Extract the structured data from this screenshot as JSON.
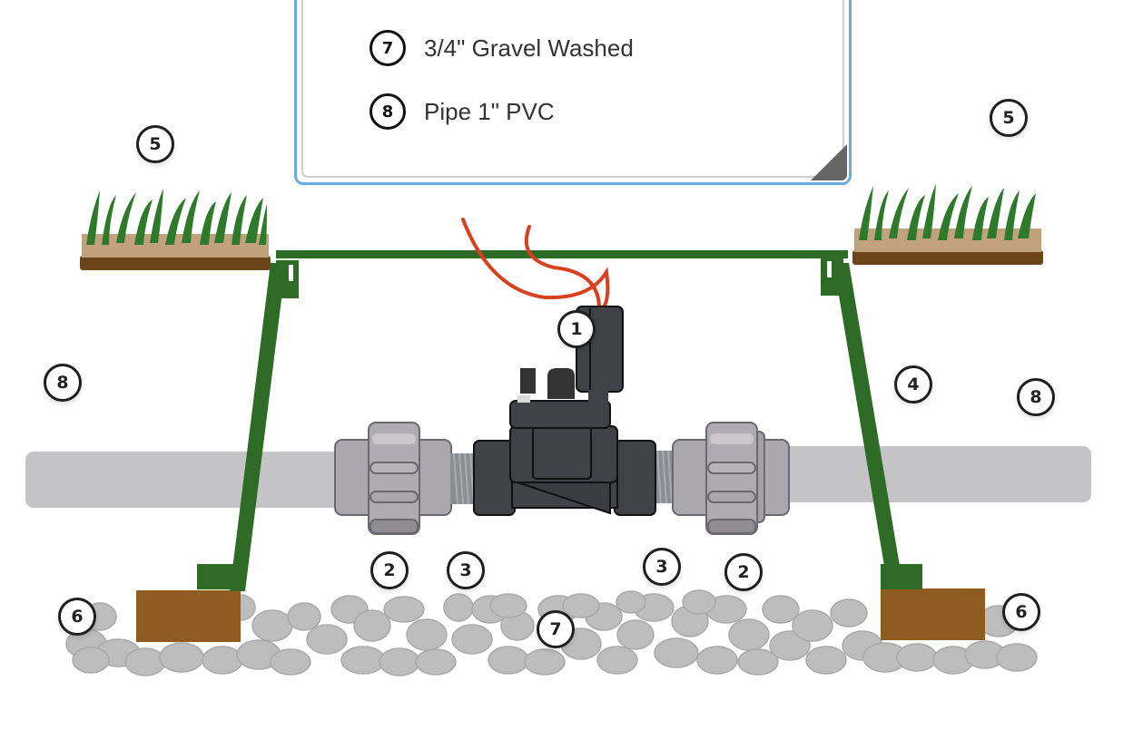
{
  "legend": {
    "items": [
      {
        "num": "7",
        "label": "3/4\" Gravel Washed"
      },
      {
        "num": "8",
        "label": "Pipe 1\" PVC"
      }
    ]
  },
  "callouts": [
    {
      "id": "valve",
      "num": "1"
    },
    {
      "id": "union-left",
      "num": "2"
    },
    {
      "id": "union-right",
      "num": "2"
    },
    {
      "id": "nipple-left",
      "num": "3"
    },
    {
      "id": "nipple-right",
      "num": "3"
    },
    {
      "id": "valve-box",
      "num": "4"
    },
    {
      "id": "turf-left",
      "num": "5"
    },
    {
      "id": "turf-right",
      "num": "5"
    },
    {
      "id": "brick-left",
      "num": "6"
    },
    {
      "id": "brick-right",
      "num": "6"
    },
    {
      "id": "gravel",
      "num": "7"
    },
    {
      "id": "pipe-left",
      "num": "8"
    },
    {
      "id": "pipe-right",
      "num": "8"
    }
  ],
  "colors": {
    "box_green": "#2e6b26",
    "turf_green": "#2f7a2a",
    "turf_dry": "#c2a27d",
    "soil": "#6b4419",
    "brick": "#8f5b20",
    "gravel": "#bdbdbd",
    "gravel_stroke": "#a8a8a8",
    "pipe": "#c4c4c6",
    "valve": "#404247",
    "union": "#a9a6ad",
    "wire": "#d9401f",
    "legend_border": "#6fa8dc"
  }
}
